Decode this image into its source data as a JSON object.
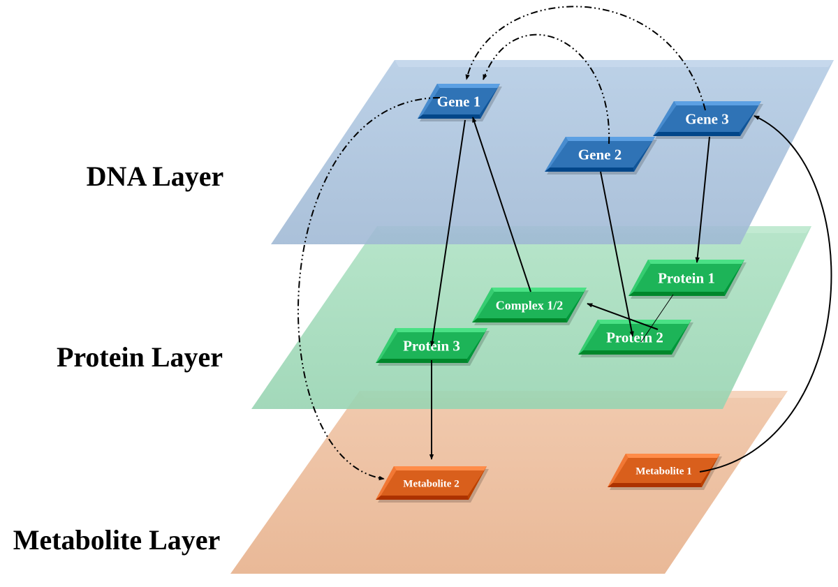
{
  "layers": {
    "dna": {
      "label": "DNA Layer",
      "color": "#a9c1dc"
    },
    "protein": {
      "label": "Protein Layer",
      "color": "#a6ddbf"
    },
    "metabolite": {
      "label": "Metabolite Layer",
      "color": "#eebfa0"
    }
  },
  "nodes": {
    "gene1": {
      "label": "Gene 1",
      "color": "#2f73b6"
    },
    "gene2": {
      "label": "Gene 2",
      "color": "#2f73b6"
    },
    "gene3": {
      "label": "Gene 3",
      "color": "#2f73b6"
    },
    "complex12": {
      "label": "Complex 1/2",
      "color": "#1db458"
    },
    "protein1": {
      "label": "Protein 1",
      "color": "#1db458"
    },
    "protein2": {
      "label": "Protein 2",
      "color": "#1db458"
    },
    "protein3": {
      "label": "Protein 3",
      "color": "#1db458"
    },
    "metabolite1": {
      "label": "Metabolite 1",
      "color": "#d95f1c"
    },
    "metabolite2": {
      "label": "Metabolite 2",
      "color": "#d95f1c"
    }
  }
}
